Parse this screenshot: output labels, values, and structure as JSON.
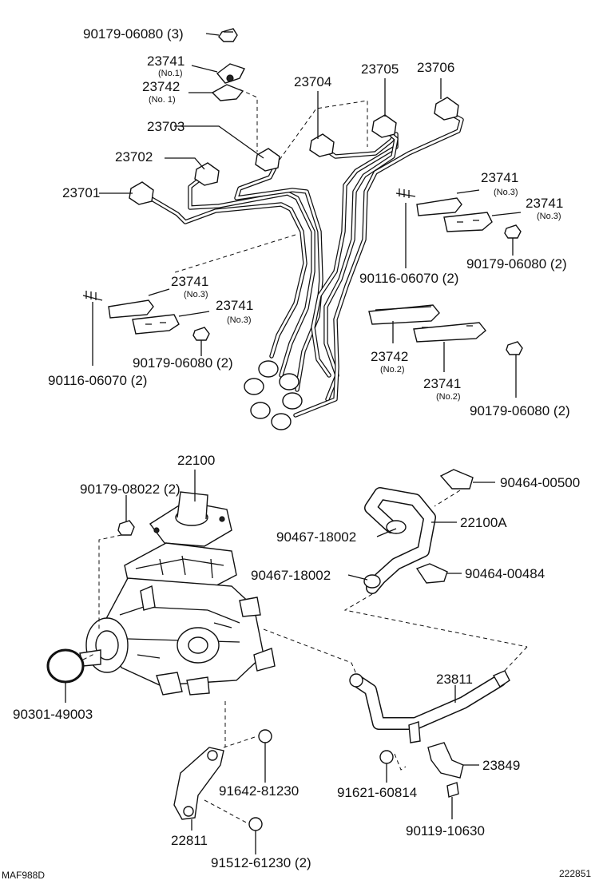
{
  "labels": {
    "p_90179_06080_top": "90179-06080 (3)",
    "p_23741_no1": "23741",
    "p_23741_no1_sub": "(No.1)",
    "p_23742_no1": "23742",
    "p_23742_no1_sub": "(No. 1)",
    "p_23704": "23704",
    "p_23705": "23705",
    "p_23706": "23706",
    "p_23703": "23703",
    "p_23702": "23702",
    "p_23701": "23701",
    "p_23741_r1": "23741",
    "p_23741_r1_sub": "(No.3)",
    "p_23741_r2": "23741",
    "p_23741_r2_sub": "(No.3)",
    "p_90179_06080_r": "90179-06080 (2)",
    "p_90116_06070_r": "90116-06070 (2)",
    "p_23741_l1": "23741",
    "p_23741_l1_sub": "(No.3)",
    "p_23741_l2": "23741",
    "p_23741_l2_sub": "(No.3)",
    "p_90179_06080_l": "90179-06080 (2)",
    "p_90116_06070_l": "90116-06070 (2)",
    "p_23742_no2": "23742",
    "p_23742_no2_sub": "(No.2)",
    "p_23741_no2": "23741",
    "p_23741_no2_sub": "(No.2)",
    "p_90179_06080_br": "90179-06080 (2)",
    "p_22100": "22100",
    "p_90179_08022": "90179-08022 (2)",
    "p_90464_00500": "90464-00500",
    "p_22100A": "22100A",
    "p_90467_18002_a": "90467-18002",
    "p_90467_18002_b": "90467-18002",
    "p_90464_00484": "90464-00484",
    "p_90301_49003": "90301-49003",
    "p_23811": "23811",
    "p_91642_81230": "91642-81230",
    "p_23849": "23849",
    "p_91621_60814": "91621-60814",
    "p_90119_10630": "90119-10630",
    "p_22811": "22811",
    "p_91512_61230": "91512-61230 (2)",
    "code_left": "MAF988D",
    "code_right": "222851"
  }
}
